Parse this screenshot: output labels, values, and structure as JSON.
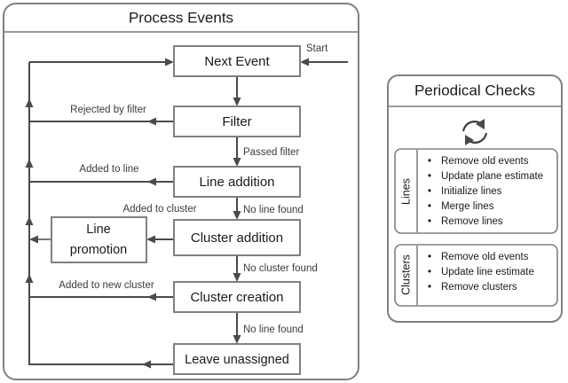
{
  "left_panel": {
    "title": "Process Events",
    "nodes": [
      {
        "id": "next-event",
        "label": "Next Event"
      },
      {
        "id": "filter",
        "label": "Filter"
      },
      {
        "id": "line-addition",
        "label": "Line addition"
      },
      {
        "id": "line-promotion",
        "label_line1": "Line",
        "label_line2": "promotion"
      },
      {
        "id": "cluster-addition",
        "label": "Cluster addition"
      },
      {
        "id": "cluster-creation",
        "label": "Cluster creation"
      },
      {
        "id": "leave-unassigned",
        "label": "Leave unassigned"
      }
    ],
    "edge_labels": {
      "start": "Start",
      "rejected_by_filter": "Rejected by filter",
      "passed_filter": "Passed filter",
      "added_to_line": "Added to line",
      "no_line_found_1": "No line found",
      "added_to_cluster": "Added to cluster",
      "no_cluster_found": "No cluster found",
      "added_to_new_cluster": "Added to new cluster",
      "no_line_found_2": "No line found"
    }
  },
  "right_panel": {
    "title": "Periodical Checks",
    "loop_icon": "circular-refresh-icon",
    "groups": [
      {
        "id": "lines",
        "label": "Lines",
        "items": [
          "Remove old events",
          "Update plane estimate",
          "Initialize lines",
          "Merge lines",
          "Remove lines"
        ]
      },
      {
        "id": "clusters",
        "label": "Clusters",
        "items": [
          "Remove old events",
          "Update line estimate",
          "Remove clusters"
        ]
      }
    ]
  },
  "style": {
    "border_color": "#808080",
    "line_color": "#4a4a4a",
    "text_color": "#1a1a1a",
    "background": "#ffffff"
  }
}
